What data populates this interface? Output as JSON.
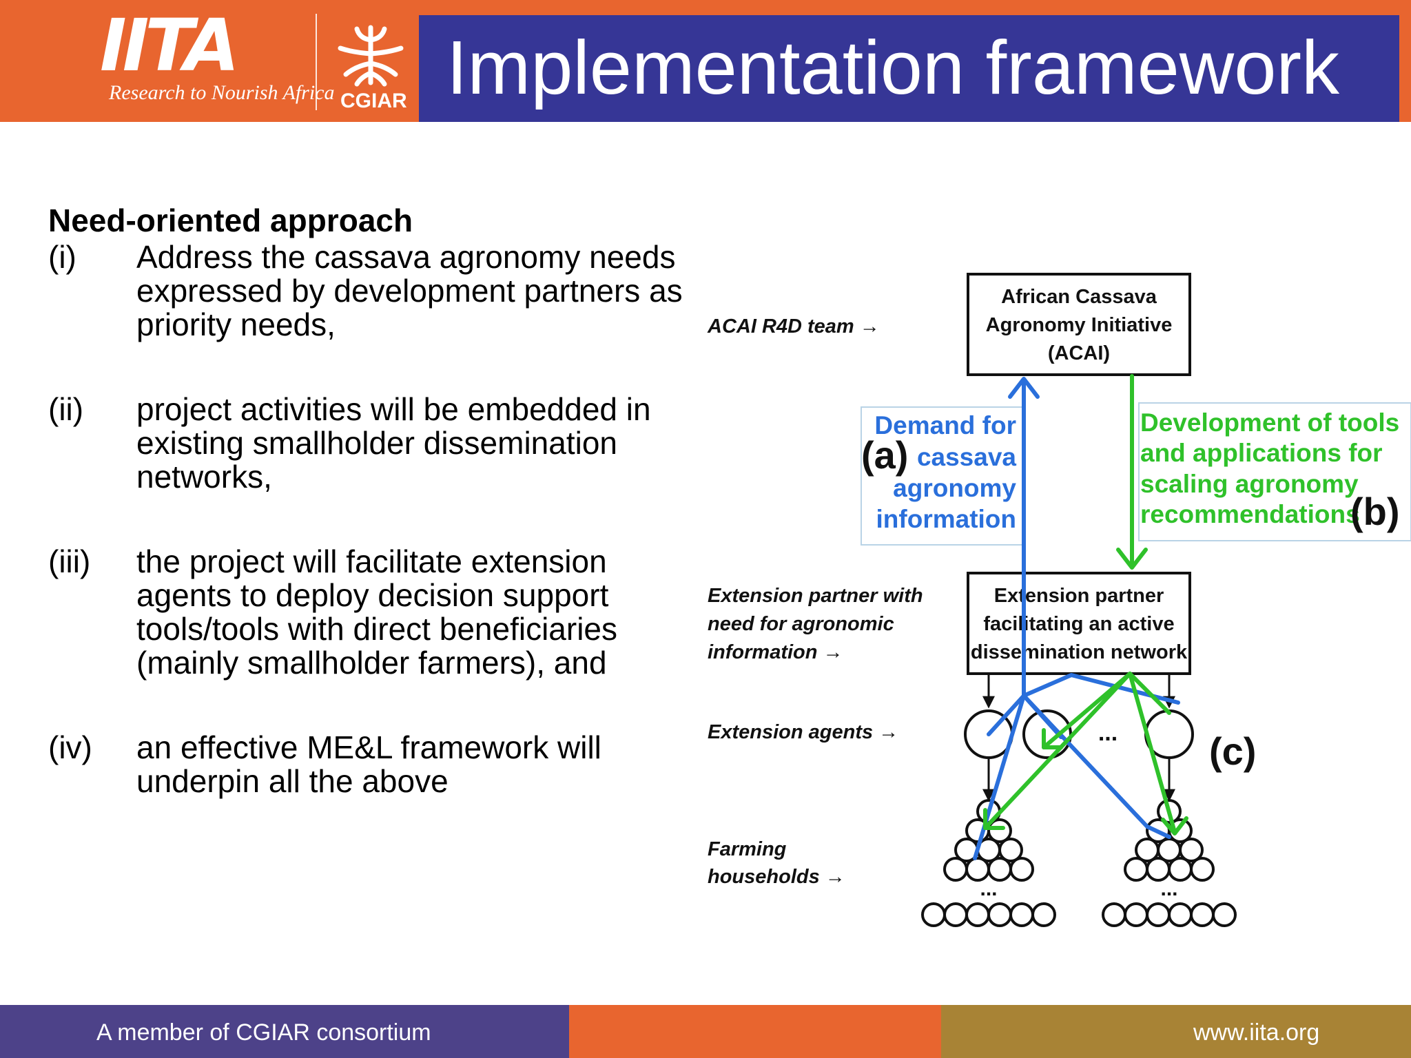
{
  "header": {
    "logo_text": "IITA",
    "tagline": "Research to Nourish Africa",
    "partner_logo_text": "CGIAR",
    "title": "Implementation framework"
  },
  "content": {
    "heading": "Need-oriented approach",
    "items": [
      {
        "num": "(i)",
        "text": "Address the cassava agronomy needs expressed by development partners as priority needs,"
      },
      {
        "num": "(ii)",
        "text": "project activities will be embedded in existing smallholder dissemination networks,"
      },
      {
        "num": "(iii)",
        "text": "the project will facilitate extension agents to deploy decision support tools/tools with direct beneficiaries (mainly smallholder farmers), and"
      },
      {
        "num": "(iv)",
        "text": "an effective ME&L framework will underpin all the above"
      }
    ]
  },
  "diagram": {
    "level_labels": {
      "r4d": "ACAI R4D team →",
      "partner_line1": "Extension partner with",
      "partner_line2": "need for agronomic",
      "partner_line3": "information →",
      "agents": "Extension agents →",
      "farming_line1": "Farming",
      "farming_line2": "households →"
    },
    "acai_box": {
      "line1": "African Cassava",
      "line2": "Agronomy Initiative",
      "line3": "(ACAI)"
    },
    "partner_box": {
      "line1": "Extension partner",
      "line2": "facilitating an active",
      "line3": "dissemination network"
    },
    "demand_box": {
      "line1": "Demand for",
      "line2": "cassava",
      "line3": "agronomy",
      "line4": "information"
    },
    "development_box": {
      "line1": "Development of tools",
      "line2": "and applications for",
      "line3": "scaling agronomy",
      "line4": "recommendations"
    },
    "letters": {
      "a": "(a)",
      "b": "(b)",
      "c": "(c)"
    },
    "ellipsis": "...",
    "colors": {
      "demand": "#2a6fdb",
      "development": "#2fc12a",
      "box": "#111111"
    }
  },
  "footer": {
    "left": "A member of CGIAR consortium",
    "right": "www.iita.org"
  }
}
